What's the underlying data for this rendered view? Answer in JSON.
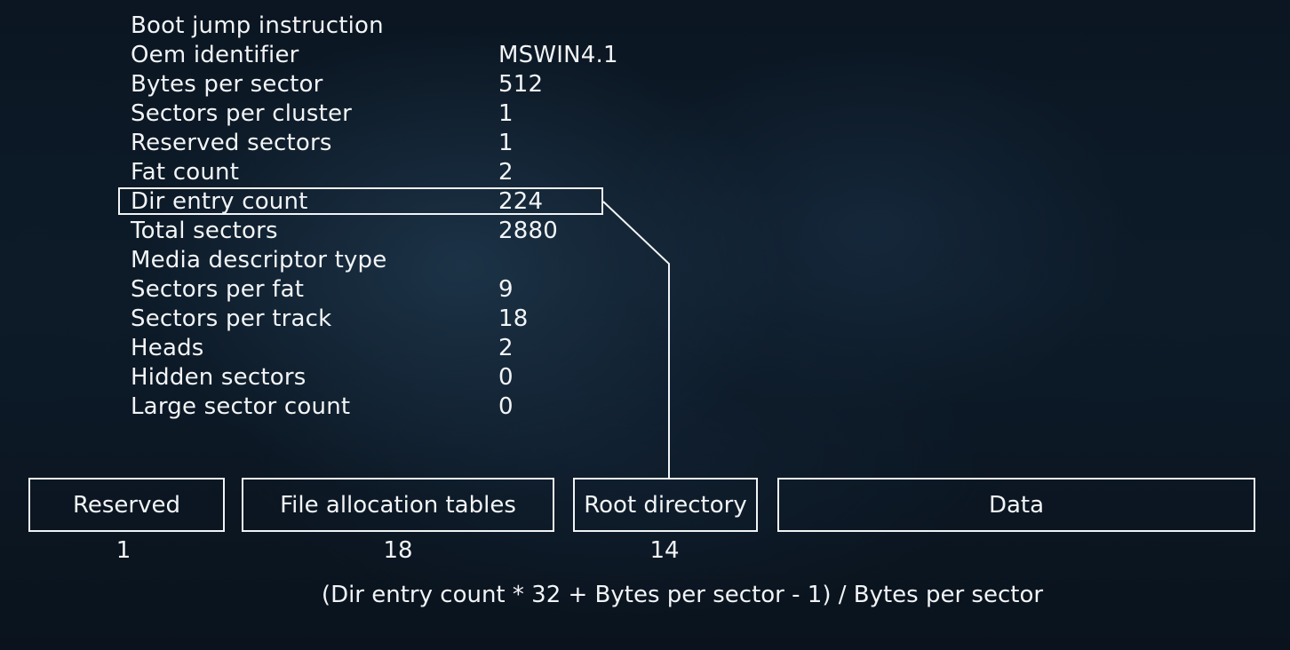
{
  "fields": [
    {
      "label": "Boot jump instruction",
      "value": ""
    },
    {
      "label": "Oem identifier",
      "value": "MSWIN4.1"
    },
    {
      "label": "Bytes per sector",
      "value": "512"
    },
    {
      "label": "Sectors per cluster",
      "value": "1"
    },
    {
      "label": "Reserved sectors",
      "value": "1"
    },
    {
      "label": "Fat count",
      "value": "2"
    },
    {
      "label": "Dir entry count",
      "value": "224"
    },
    {
      "label": "Total sectors",
      "value": "2880"
    },
    {
      "label": "Media descriptor type",
      "value": ""
    },
    {
      "label": "Sectors per fat",
      "value": "9"
    },
    {
      "label": "Sectors per track",
      "value": "18"
    },
    {
      "label": "Heads",
      "value": "2"
    },
    {
      "label": "Hidden sectors",
      "value": "0"
    },
    {
      "label": "Large sector count",
      "value": "0"
    }
  ],
  "highlighted_field": "Dir entry count",
  "regions": [
    {
      "label": "Reserved",
      "size": "1"
    },
    {
      "label": "File allocation tables",
      "size": "18"
    },
    {
      "label": "Root directory",
      "size": "14"
    },
    {
      "label": "Data",
      "size": ""
    }
  ],
  "formula": "(Dir entry count * 32 + Bytes per sector - 1) / Bytes per sector",
  "colors": {
    "background": "#0c1824",
    "foreground": "#f2f4f6"
  }
}
